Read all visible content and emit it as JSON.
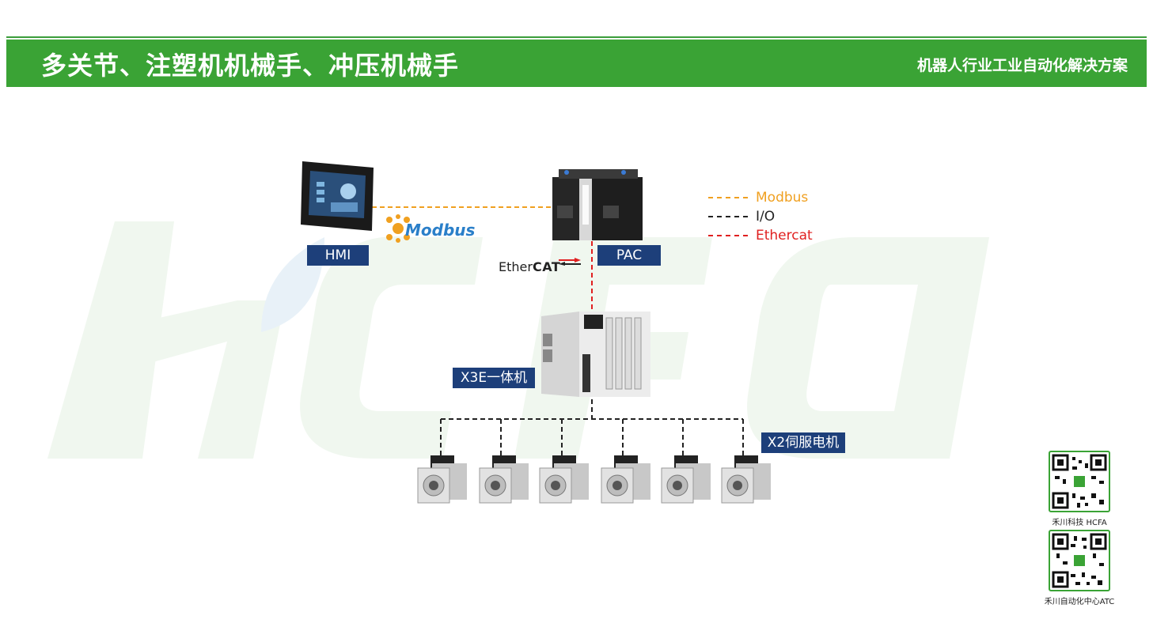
{
  "header": {
    "title": "多关节、注塑机机械手、冲压机械手",
    "subtitle": "机器人行业工业自动化解决方案"
  },
  "devices": {
    "hmi_label": "HMI",
    "pac_label": "PAC",
    "x3e_label": "X3E一体机",
    "servo_label": "X2伺服电机"
  },
  "logos": {
    "modbus": "Modbus",
    "ethercat_prefix": "Ether",
    "ethercat_suffix": "CAT"
  },
  "legend": [
    {
      "label": "Modbus",
      "color": "#f0a020"
    },
    {
      "label": "I/O",
      "color": "#222222"
    },
    {
      "label": "Ethercat",
      "color": "#e02020"
    }
  ],
  "qr_codes": [
    {
      "caption": "禾川科技 HCFA"
    },
    {
      "caption": "禾川自动化中心ATC"
    }
  ],
  "watermark_text": "HCFa",
  "colors": {
    "brand_green": "#3aa335",
    "label_blue": "#1d3f7a"
  }
}
